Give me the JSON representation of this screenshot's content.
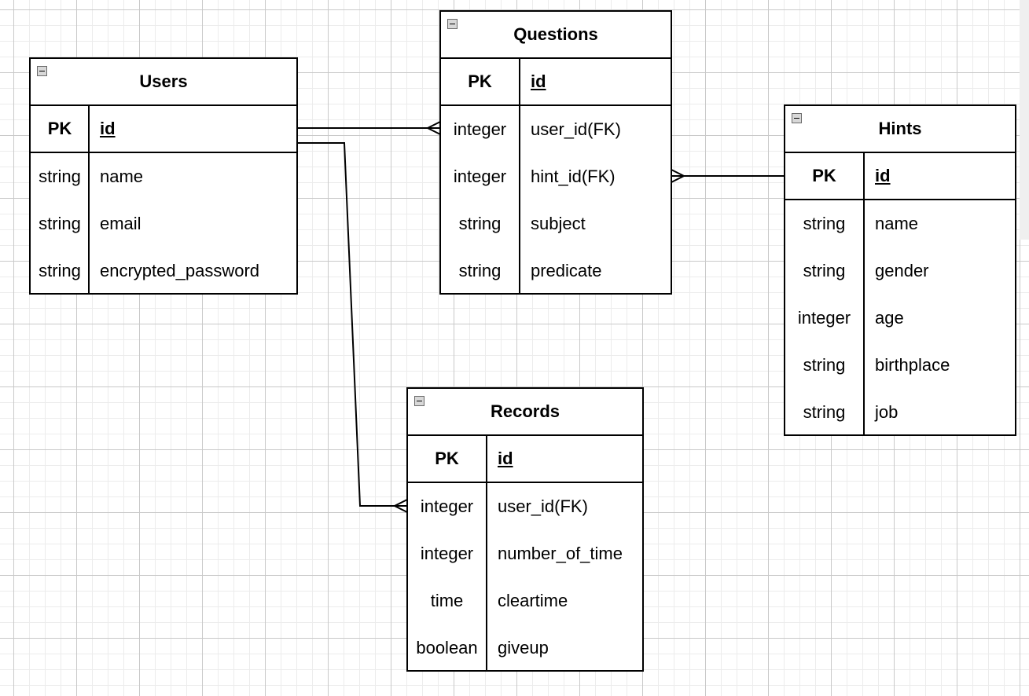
{
  "tables": {
    "users": {
      "title": "Users",
      "pk": {
        "label": "PK",
        "name": "id"
      },
      "columns": [
        {
          "type": "string",
          "name": "name"
        },
        {
          "type": "string",
          "name": "email"
        },
        {
          "type": "string",
          "name": "encrypted_password"
        }
      ]
    },
    "questions": {
      "title": "Questions",
      "pk": {
        "label": "PK",
        "name": "id"
      },
      "columns": [
        {
          "type": "integer",
          "name": "user_id(FK)"
        },
        {
          "type": "integer",
          "name": "hint_id(FK)"
        },
        {
          "type": "string",
          "name": "subject"
        },
        {
          "type": "string",
          "name": "predicate"
        }
      ]
    },
    "hints": {
      "title": "Hints",
      "pk": {
        "label": "PK",
        "name": "id"
      },
      "columns": [
        {
          "type": "string",
          "name": "name"
        },
        {
          "type": "string",
          "name": "gender"
        },
        {
          "type": "integer",
          "name": "age"
        },
        {
          "type": "string",
          "name": "birthplace"
        },
        {
          "type": "string",
          "name": "job"
        }
      ]
    },
    "records": {
      "title": "Records",
      "pk": {
        "label": "PK",
        "name": "id"
      },
      "columns": [
        {
          "type": "integer",
          "name": "user_id(FK)"
        },
        {
          "type": "integer",
          "name": "number_of_time"
        },
        {
          "type": "time",
          "name": "cleartime"
        },
        {
          "type": "boolean",
          "name": "giveup"
        }
      ]
    }
  }
}
